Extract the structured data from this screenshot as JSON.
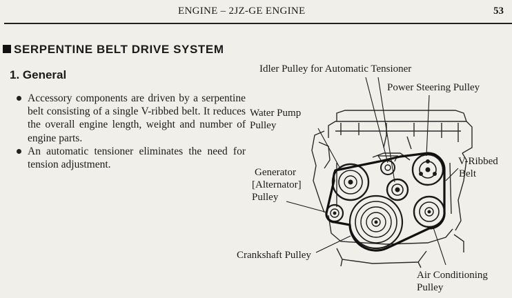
{
  "header": {
    "title": "ENGINE – 2JZ-GE ENGINE",
    "page_number": "53"
  },
  "section": {
    "title": "SERPENTINE BELT DRIVE SYSTEM"
  },
  "subsection": {
    "title": "1. General"
  },
  "bullets": [
    "Accessory components are driven by a serpentine belt consisting of a single V-ribbed belt. It reduces the overall engine length, weight and number of engine parts.",
    "An automatic tensioner eliminates the need for tension adjustment."
  ],
  "diagram": {
    "labels": {
      "idler": "Idler Pulley for Automatic Tensioner",
      "power_steering": "Power Steering Pulley",
      "water_pump_1": "Water Pump",
      "water_pump_2": "Pulley",
      "generator_1": "Generator",
      "generator_2": "[Alternator]",
      "generator_3": "Pulley",
      "vribbed_1": "V-Ribbed",
      "vribbed_2": "Belt",
      "crankshaft": "Crankshaft Pulley",
      "ac_1": "Air Conditioning",
      "ac_2": "Pulley"
    }
  }
}
